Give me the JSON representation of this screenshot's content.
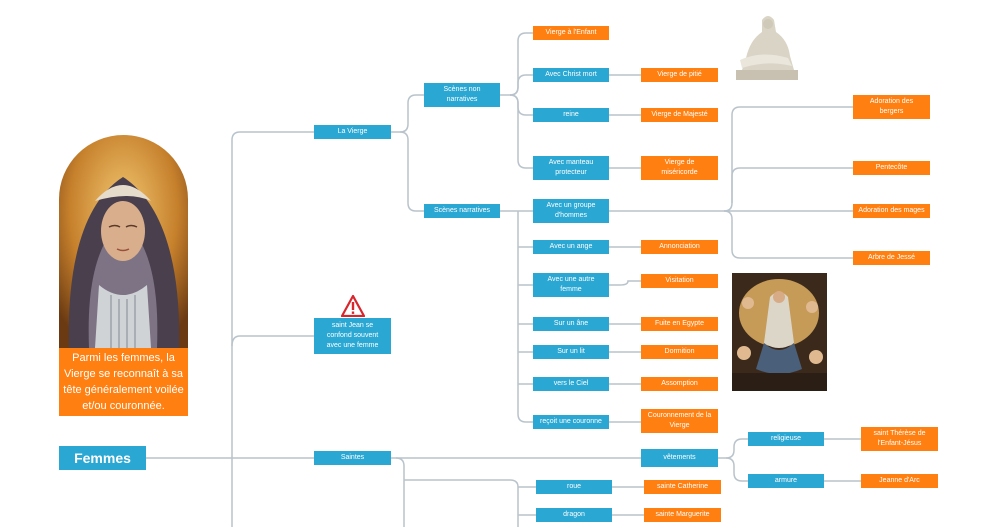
{
  "root": {
    "label": "Femmes"
  },
  "madonna": {
    "caption": "Parmi les femmes, la Vierge se reconnaît à sa tête généralement voilée et/ou couronnée."
  },
  "nodes": {
    "vierge": "La Vierge",
    "saint_jean": "saint Jean se\nconfond souvent\navec une femme",
    "saintes": "Saintes",
    "scenes_non": "Scènes non\nnarratives",
    "scenes_narr": "Scènes narratives",
    "vierge_enfant": "Vierge à l'Enfant",
    "christ_mort": "Avec Christ mort",
    "reine": "reine",
    "manteau": "Avec manteau\nprotecteur",
    "groupe": "Avec un groupe\nd'hommes",
    "ange": "Avec un ange",
    "autre_femme": "Avec une autre\nfemme",
    "ane": "Sur un âne",
    "lit": "Sur un lit",
    "ciel": "vers le Ciel",
    "couronne": "reçoit une couronne",
    "pitie": "Vierge de pitié",
    "majeste": "Vierge de Majesté",
    "misericorde": "Vierge de\nmiséricorde",
    "bergers": "Adoration des\nbergers",
    "pentecote": "Pentecôte",
    "mages": "Adoration des mages",
    "jesse": "Arbre de Jessé",
    "annonciation": "Annonciation",
    "visitation": "Visitation",
    "egypte": "Fuite en Egypte",
    "dormition": "Dormition",
    "assomption": "Assomption",
    "couronnement": "Couronnement de la\nVierge",
    "vetements": "vêtements",
    "religieuse": "religieuse",
    "armure": "armure",
    "therese": "saint Thérèse de\nl'Enfant-Jésus",
    "jeanne": "Jeanne d'Arc",
    "roue": "roue",
    "dragon": "dragon",
    "catherine": "sainte Catherine",
    "marguerite": "sainte Marguerite"
  },
  "colors": {
    "blue": "#2aa7d3",
    "orange": "#ff7f11",
    "link": "#b9c3cb",
    "warning": "#d9262c"
  },
  "icons": {
    "warning": "warning-icon"
  }
}
